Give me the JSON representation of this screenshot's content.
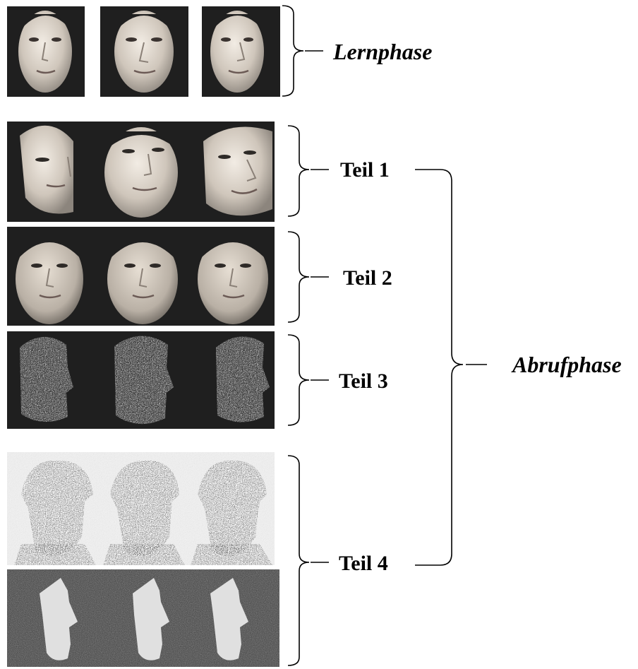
{
  "phases": {
    "learning": {
      "label": "Lernphase"
    },
    "recall": {
      "label": "Abrufphase"
    }
  },
  "parts": [
    {
      "label": "Teil 1"
    },
    {
      "label": "Teil 2"
    },
    {
      "label": "Teil 3"
    },
    {
      "label": "Teil 4"
    }
  ],
  "colors": {
    "panel_dark": "#1f1f1f",
    "face_light": "#d9d2c9",
    "bracket": "#000000",
    "noise_light_bg": "#f4f4f4",
    "noise_dark_bg": "#3a3a3a"
  }
}
